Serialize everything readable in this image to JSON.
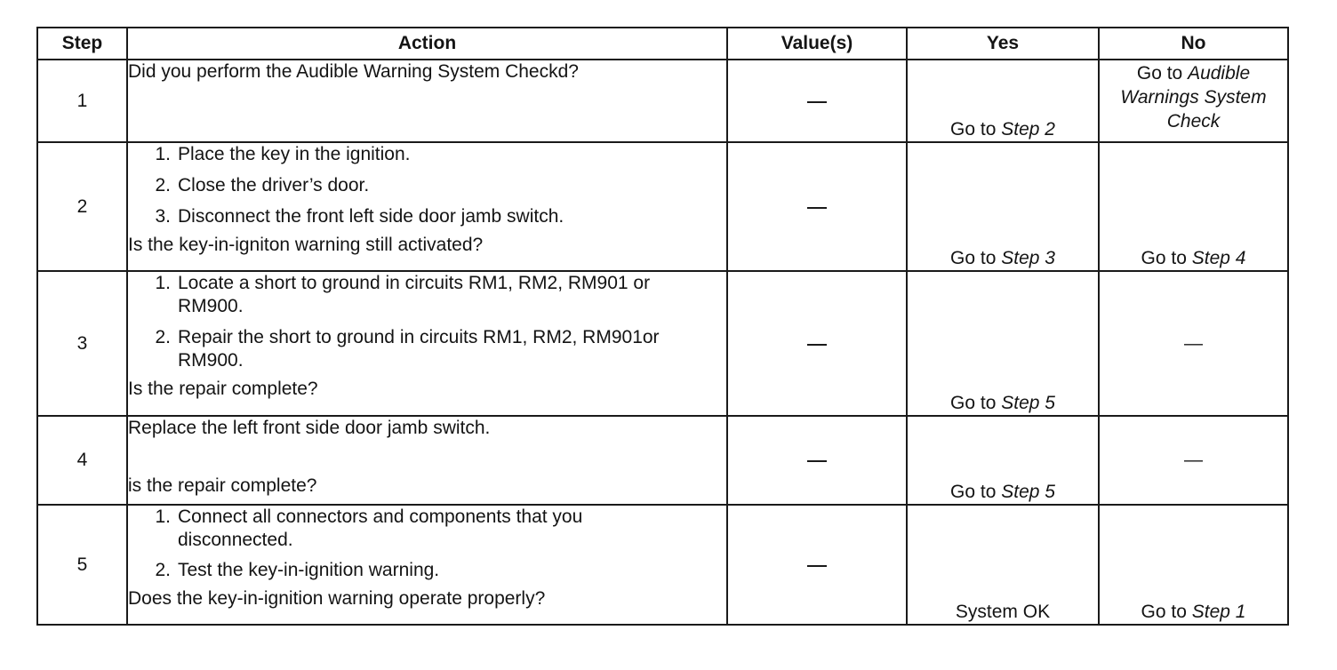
{
  "table": {
    "headers": [
      "Step",
      "Action",
      "Value(s)",
      "Yes",
      "No"
    ],
    "rows": [
      {
        "step": "1",
        "items": [],
        "question": "Did you perform the Audible Warning System Checkd?",
        "value": "—",
        "yes": {
          "prefix": "Go to ",
          "ref": "Step 2"
        },
        "no": {
          "prefix": "Go to ",
          "ref": "Audible Warnings System Check"
        }
      },
      {
        "step": "2",
        "items": [
          {
            "num": "1.",
            "text": "Place the key in the ignition."
          },
          {
            "num": "2.",
            "text": "Close the driver’s door."
          },
          {
            "num": "3.",
            "text": "Disconnect the front left side door jamb switch."
          }
        ],
        "question": "Is the key-in-igniton warning still activated?",
        "value": "—",
        "yes": {
          "prefix": "Go to ",
          "ref": "Step 3"
        },
        "no": {
          "prefix": "Go to ",
          "ref": "Step 4"
        }
      },
      {
        "step": "3",
        "items": [
          {
            "num": "1.",
            "text": "Locate a short to ground in circuits RM1, RM2, RM901 or RM900."
          },
          {
            "num": "2.",
            "text": "Repair the short to ground in circuits RM1, RM2, RM901or RM900."
          }
        ],
        "question": "Is the repair complete?",
        "value": "—",
        "yes": {
          "prefix": "Go to ",
          "ref": "Step 5"
        },
        "no": {
          "prefix": "—",
          "ref": ""
        }
      },
      {
        "step": "4",
        "items": [],
        "intro": "Replace the left front side door jamb switch.",
        "question": "is the repair complete?",
        "value": "—",
        "yes": {
          "prefix": "Go to ",
          "ref": "Step 5"
        },
        "no": {
          "prefix": "—",
          "ref": ""
        }
      },
      {
        "step": "5",
        "items": [
          {
            "num": "1.",
            "text": "Connect all connectors and components that you disconnected."
          },
          {
            "num": "2.",
            "text": "Test the key-in-ignition warning."
          }
        ],
        "question": "Does the key-in-ignition warning operate properly?",
        "value": "—",
        "yes": {
          "prefix": "System OK",
          "ref": ""
        },
        "no": {
          "prefix": "Go to ",
          "ref": "Step 1"
        }
      }
    ]
  }
}
